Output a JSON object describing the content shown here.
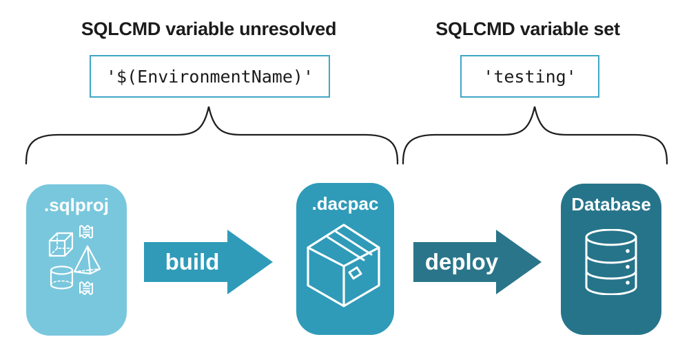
{
  "diagram": {
    "left_group": {
      "heading": "SQLCMD variable unresolved",
      "code": "'$(EnvironmentName)'"
    },
    "right_group": {
      "heading": "SQLCMD variable set",
      "code": "'testing'"
    },
    "nodes": [
      {
        "id": "sqlproj",
        "label": ".sqlproj",
        "bg": "#79C7DD",
        "icon": "sql-objects-icons"
      },
      {
        "id": "dacpac",
        "label": ".dacpac",
        "bg": "#2F9BB8",
        "icon": "package-icon"
      },
      {
        "id": "database",
        "label": "Database",
        "bg": "#26748A",
        "icon": "database-icon"
      }
    ],
    "arrows": [
      {
        "id": "build",
        "label": "build",
        "color": "#2F9BB8"
      },
      {
        "id": "deploy",
        "label": "deploy",
        "color": "#2A7589"
      }
    ],
    "colors": {
      "code_box_border": "#3FA5C6",
      "heading_text": "#1B1B1B",
      "brace_stroke": "#1F1F1F",
      "icon_stroke": "#FFFFFF",
      "background": "#FFFFFF"
    }
  }
}
